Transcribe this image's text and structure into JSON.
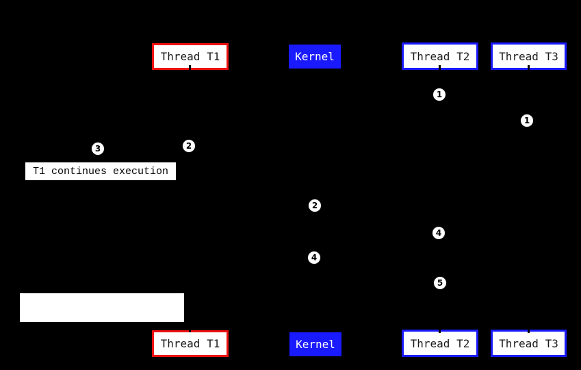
{
  "colors": {
    "background": "#000000",
    "t1_border": "#ee1111",
    "kernel_blue": "#1a1aff",
    "box_fill": "#ffffff",
    "box_text": "#1a1a1a",
    "kernel_text": "#ffffff",
    "marker_fill": "#ffffff",
    "marker_text": "#000000"
  },
  "lanes": [
    {
      "id": "thread-t1",
      "label": "Thread T1"
    },
    {
      "id": "kernel",
      "label": "Kernel"
    },
    {
      "id": "thread-t2",
      "label": "Thread T2"
    },
    {
      "id": "thread-t3",
      "label": "Thread T3"
    }
  ],
  "step_markers": [
    {
      "value": "1"
    },
    {
      "value": "1"
    },
    {
      "value": "3"
    },
    {
      "value": "2"
    },
    {
      "value": "2"
    },
    {
      "value": "4"
    },
    {
      "value": "4"
    },
    {
      "value": "5"
    }
  ],
  "annotation": {
    "text": "T1 continues execution"
  },
  "empty_callout": {
    "text": ""
  }
}
